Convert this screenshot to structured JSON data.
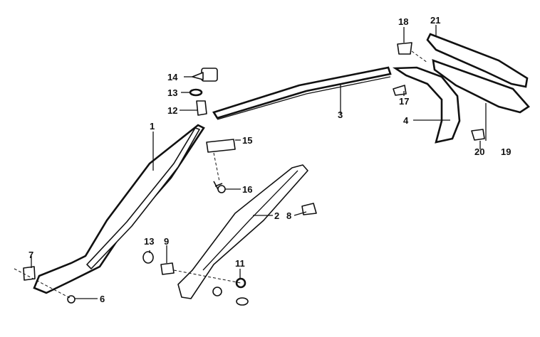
{
  "diagram": {
    "callouts": [
      {
        "id": "p1",
        "label": "1"
      },
      {
        "id": "p2",
        "label": "2"
      },
      {
        "id": "p3",
        "label": "3"
      },
      {
        "id": "p4",
        "label": "4"
      },
      {
        "id": "p6",
        "label": "6"
      },
      {
        "id": "p7",
        "label": "7"
      },
      {
        "id": "p8",
        "label": "8"
      },
      {
        "id": "p9",
        "label": "9"
      },
      {
        "id": "p11",
        "label": "11"
      },
      {
        "id": "p12",
        "label": "12"
      },
      {
        "id": "p13a",
        "label": "13"
      },
      {
        "id": "p13b",
        "label": "13"
      },
      {
        "id": "p14",
        "label": "14"
      },
      {
        "id": "p15",
        "label": "15"
      },
      {
        "id": "p16",
        "label": "16"
      },
      {
        "id": "p17",
        "label": "17"
      },
      {
        "id": "p18",
        "label": "18"
      },
      {
        "id": "p19",
        "label": "19"
      },
      {
        "id": "p20",
        "label": "20"
      },
      {
        "id": "p21",
        "label": "21"
      }
    ]
  }
}
